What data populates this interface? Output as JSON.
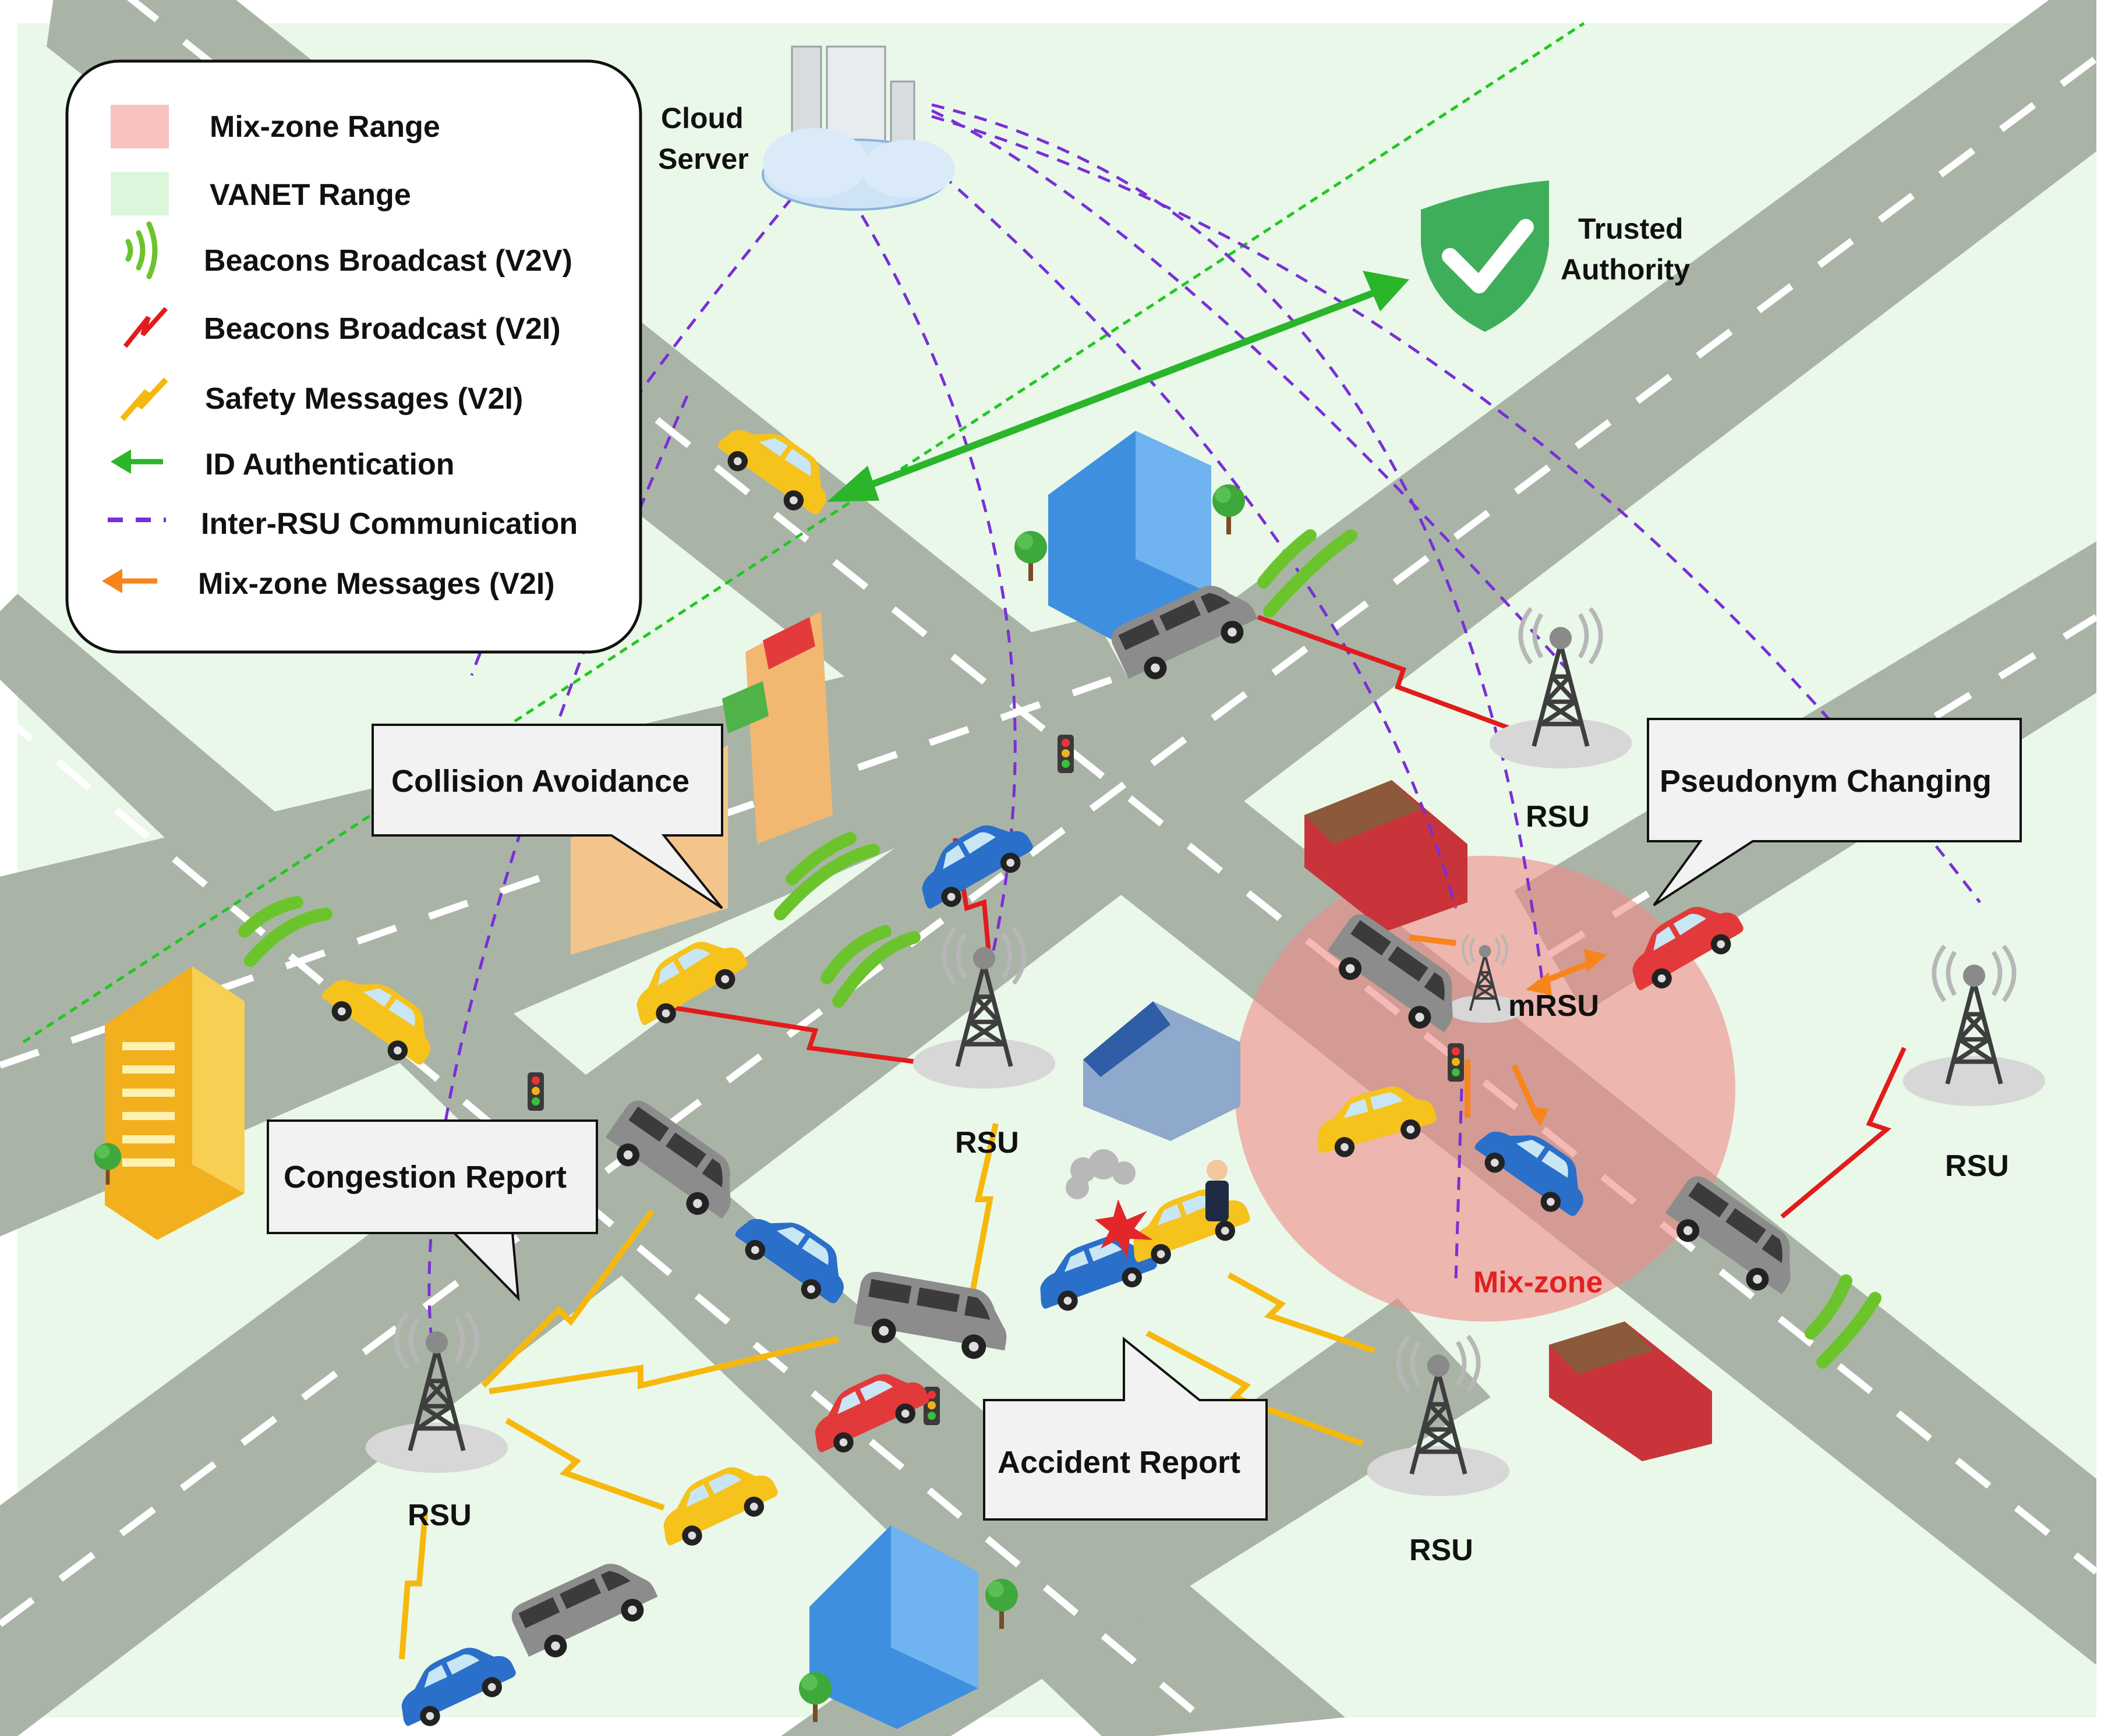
{
  "legend": {
    "items": [
      {
        "icon": "mix-zone-range-swatch",
        "label": "Mix-zone Range"
      },
      {
        "icon": "vanet-range-swatch",
        "label": "VANET Range"
      },
      {
        "icon": "green-wave-icon",
        "label": "Beacons Broadcast (V2V)"
      },
      {
        "icon": "red-bolt-icon",
        "label": "Beacons Broadcast (V2I)"
      },
      {
        "icon": "yellow-bolt-icon",
        "label": "Safety Messages (V2I)"
      },
      {
        "icon": "green-arrow-icon",
        "label": "ID Authentication"
      },
      {
        "icon": "purple-dash-icon",
        "label": "Inter-RSU Communication"
      },
      {
        "icon": "orange-arrow-icon",
        "label": "Mix-zone Messages (V2I)"
      }
    ]
  },
  "labels": {
    "cloud_line1": "Cloud",
    "cloud_line2": "Server",
    "ta_line1": "Trusted",
    "ta_line2": "Authority",
    "rsu": "RSU",
    "mrsu": "mRSU",
    "mix_zone": "Mix-zone"
  },
  "callouts": {
    "collision": "Collision Avoidance",
    "pseudonym": "Pseudonym Changing",
    "congestion": "Congestion Report",
    "accident": "Accident Report"
  },
  "colors": {
    "vanet_range": "#e9f8e9",
    "mix_zone": "#f08a87",
    "road": "#a9b4a7",
    "lane_mark": "#ffffff",
    "v2v_beacon": "#6cc42c",
    "v2i_beacon": "#e21b1b",
    "safety_msg": "#f7b80d",
    "id_auth": "#2ab52a",
    "inter_rsu": "#7a2fd6",
    "mix_zone_msg": "#f7851c",
    "mix_zone_text": "#e32020"
  }
}
